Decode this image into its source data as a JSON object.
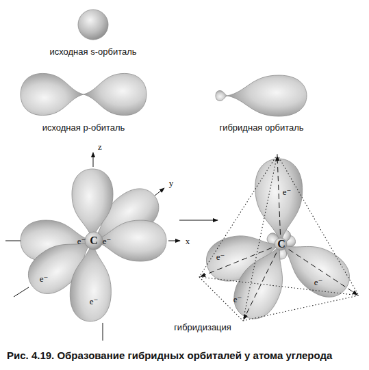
{
  "diagram": {
    "caption": "Рис. 4.19. Образование гибридных орбиталей у атома углерода",
    "labels": [
      "исходная s-орбиталь",
      "исходная p-обиталь",
      "гибридная орбиталь",
      "z",
      "y",
      "x",
      "e⁻",
      "C",
      "e⁻",
      "e⁻",
      "e⁻",
      "e⁻",
      "C",
      "e⁻",
      "e⁻",
      "e⁻",
      "гибридизация"
    ]
  }
}
